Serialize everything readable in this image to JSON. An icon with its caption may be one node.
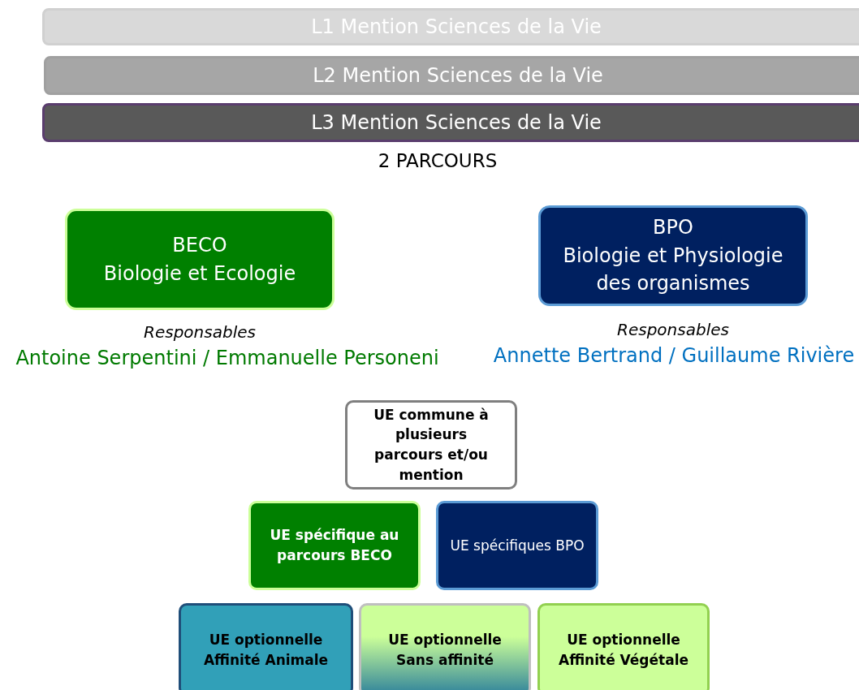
{
  "diagram": {
    "nodes": [
      {
        "text": [
          "L1 Mention Sciences de la Vie"
        ]
      },
      {
        "text": [
          "L2 Mention Sciences de la Vie"
        ]
      },
      {
        "text": [
          "L3 Mention Sciences de la Vie"
        ]
      },
      {
        "text": [
          "BECO",
          "Biologie et Ecologie"
        ],
        "beside": [
          "Responsables",
          "Antoine Serpentini / Emmanuelle Personeni"
        ]
      },
      {
        "text": [
          "BPO",
          "Biologie et Physiologie des organismes"
        ],
        "beside": [
          "Responsables",
          "Annette Bertrand / Guillaume Rivière"
        ]
      },
      {
        "text": [
          "UE commune à plusieurs parcours et/ou mention"
        ]
      },
      {
        "text": [
          "UE spécifique au parcours BECO"
        ]
      },
      {
        "text": [
          "UE spécifiques BPO"
        ]
      },
      {
        "text": [
          "UE optionnelle Affinité Animale"
        ]
      },
      {
        "text": [
          "UE optionnelle Sans affinité"
        ]
      },
      {
        "text": [
          "UE optionnelle Affinité Végétale"
        ]
      }
    ],
    "edges": [],
    "labels": [
      "2 PARCOURS"
    ]
  }
}
